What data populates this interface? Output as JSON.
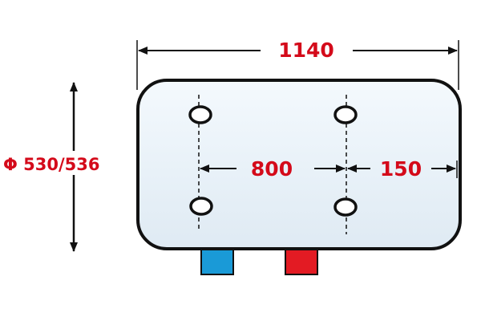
{
  "dimensions": {
    "overall_length": "1140",
    "diameter": "Φ 530/536",
    "mount_spacing": "800",
    "end_offset": "150"
  },
  "colors": {
    "dimension_text": "#d40a1a",
    "tank_fill": "#eef5fb",
    "tank_outline": "#111111",
    "cold_pipe": "#1a9ad7",
    "hot_pipe": "#e31b23",
    "line": "#111111"
  },
  "pipes": [
    {
      "name": "cold-pipe",
      "color": "cold_pipe"
    },
    {
      "name": "hot-pipe",
      "color": "hot_pipe"
    }
  ]
}
